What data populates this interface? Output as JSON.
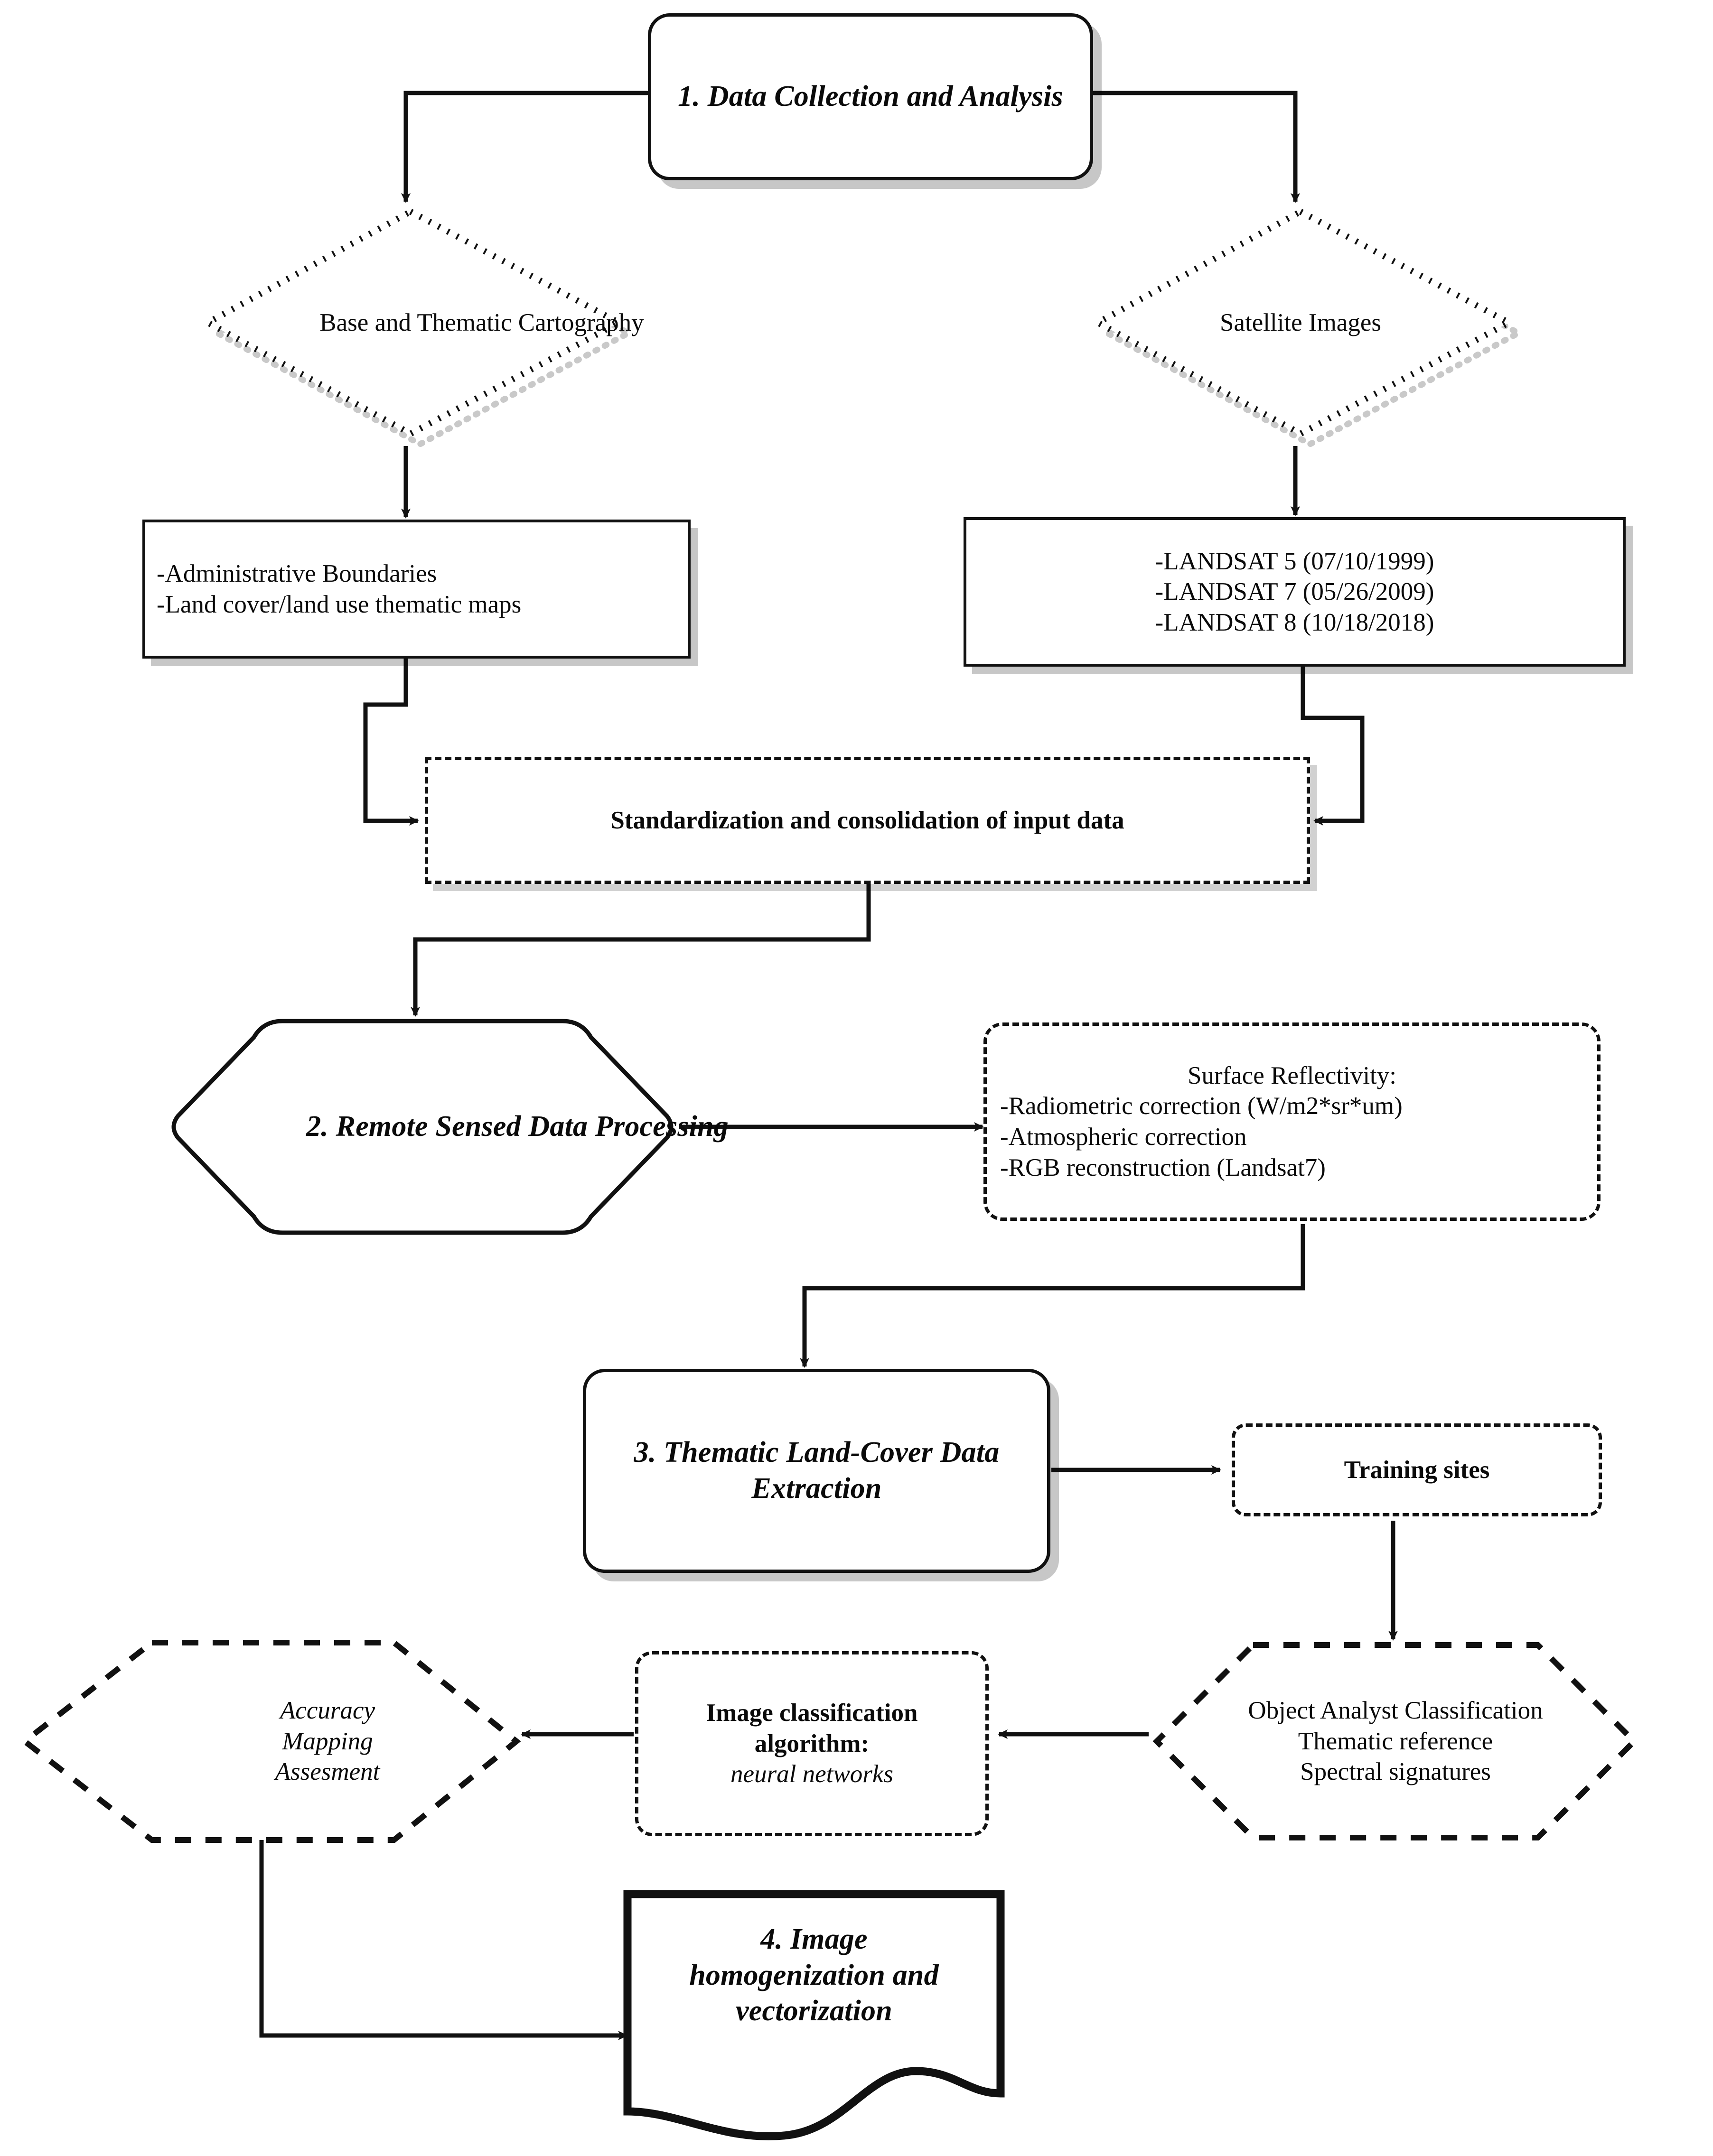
{
  "diagram": {
    "title": "Land cover mapping methodology flowchart",
    "colors": {
      "stroke": "#111111",
      "shadow": "#c9c9c9",
      "background": "#ffffff",
      "text": "#0a0a0a"
    },
    "nodes": {
      "step1": {
        "label": "1. Data Collection and Analysis",
        "shape": "rounded-rectangle",
        "style": "solid"
      },
      "cartography": {
        "label": "Base and Thematic Cartography",
        "shape": "diamond",
        "style": "dotted"
      },
      "satellite": {
        "label": "Satellite Images",
        "shape": "diamond",
        "style": "dotted"
      },
      "basedata": {
        "shape": "rectangle",
        "style": "solid",
        "lines": [
          "-Administrative Boundaries",
          "-Land cover/land use thematic maps"
        ]
      },
      "landsat": {
        "shape": "rectangle",
        "style": "solid",
        "lines": [
          "-LANDSAT 5 (07/10/1999)",
          "-LANDSAT 7 (05/26/2009)",
          "-LANDSAT 8 (10/18/2018)"
        ]
      },
      "standardization": {
        "label": "Standardization and consolidation of input data",
        "shape": "rectangle",
        "style": "dashed"
      },
      "step2": {
        "label": "2. Remote Sensed Data Processing",
        "shape": "hexagon",
        "style": "solid"
      },
      "reflectivity": {
        "shape": "rounded-rectangle",
        "style": "dashed",
        "heading": "Surface Reflectivity:",
        "lines": [
          "-Radiometric correction (W/m2*sr*um)",
          "-Atmospheric correction",
          "-RGB reconstruction (Landsat7)"
        ]
      },
      "step3": {
        "label": "3. Thematic Land-Cover Data Extraction",
        "shape": "rounded-rectangle",
        "style": "solid"
      },
      "training": {
        "label": "Training sites",
        "shape": "rounded-rectangle",
        "style": "dashed"
      },
      "objectanalyst": {
        "shape": "hexagon",
        "style": "dashed",
        "lines": [
          "Object Analyst Classification",
          "Thematic reference",
          "Spectral signatures"
        ]
      },
      "classification": {
        "shape": "rounded-rectangle",
        "style": "dashed",
        "heading_line1": "Image classification",
        "heading_line2": "algorithm:",
        "subtitle": "neural networks"
      },
      "accuracy": {
        "shape": "hexagon",
        "style": "dashed",
        "lines": [
          "Accuracy",
          "Mapping",
          "Assesment"
        ]
      },
      "step4": {
        "shape": "document",
        "style": "solid",
        "lines": [
          "4. Image",
          "homogenization and",
          "vectorization"
        ]
      }
    },
    "edges": [
      {
        "from": "step1",
        "to": "cartography",
        "style": "solid-arrow"
      },
      {
        "from": "step1",
        "to": "satellite",
        "style": "solid-arrow"
      },
      {
        "from": "cartography",
        "to": "basedata",
        "style": "solid-arrow"
      },
      {
        "from": "satellite",
        "to": "landsat",
        "style": "solid-arrow"
      },
      {
        "from": "basedata",
        "to": "standardization",
        "style": "solid-arrow"
      },
      {
        "from": "landsat",
        "to": "standardization",
        "style": "solid-arrow"
      },
      {
        "from": "standardization",
        "to": "step2",
        "style": "solid-arrow"
      },
      {
        "from": "step2",
        "to": "reflectivity",
        "style": "solid-arrow"
      },
      {
        "from": "reflectivity",
        "to": "step3",
        "style": "solid-arrow"
      },
      {
        "from": "step3",
        "to": "training",
        "style": "solid-arrow"
      },
      {
        "from": "training",
        "to": "objectanalyst",
        "style": "solid-arrow"
      },
      {
        "from": "objectanalyst",
        "to": "classification",
        "style": "solid-arrow"
      },
      {
        "from": "classification",
        "to": "accuracy",
        "style": "solid-arrow"
      },
      {
        "from": "accuracy",
        "to": "step4",
        "style": "solid-arrow"
      }
    ]
  }
}
